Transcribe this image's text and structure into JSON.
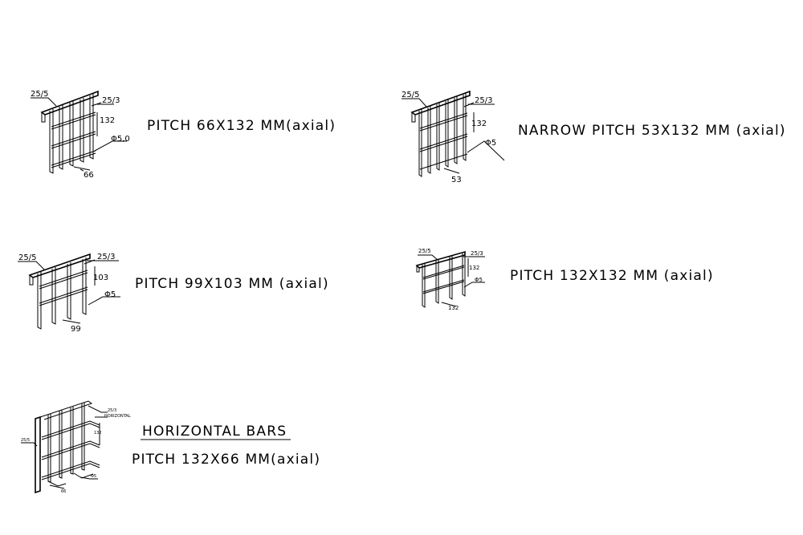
{
  "details": [
    {
      "title": "PITCH 66X132 MM(axial)",
      "dims": {
        "top_bar": "25/5",
        "bearing_bar": "25/3",
        "cross_pitch": "132",
        "rod": "Φ5,0",
        "bar_pitch": "66"
      }
    },
    {
      "title": "NARROW PITCH 53X132 MM (axial)",
      "dims": {
        "top_bar": "25/5",
        "bearing_bar": "25/3",
        "cross_pitch": "132",
        "rod": "Φ5",
        "bar_pitch": "53"
      }
    },
    {
      "title": "PITCH 99X103 MM (axial)",
      "dims": {
        "top_bar": "25/5",
        "bearing_bar": "25/3",
        "cross_pitch": "103",
        "rod": "Φ5",
        "bar_pitch": "99"
      }
    },
    {
      "title": "PITCH 132X132 MM (axial)",
      "dims": {
        "top_bar": "25/5",
        "bearing_bar": "25/3",
        "cross_pitch": "132",
        "rod": "Φ5",
        "bar_pitch": "132"
      }
    },
    {
      "heading": "HORIZONTAL BARS",
      "title": "PITCH 132X66 MM(axial)",
      "dims": {
        "side_bar": "25/5",
        "bearing_bar": "25/3",
        "bearing_note": "HORIZONTAL",
        "cross_pitch": "132",
        "rod": "Φ5",
        "bar_pitch": "66"
      }
    }
  ]
}
